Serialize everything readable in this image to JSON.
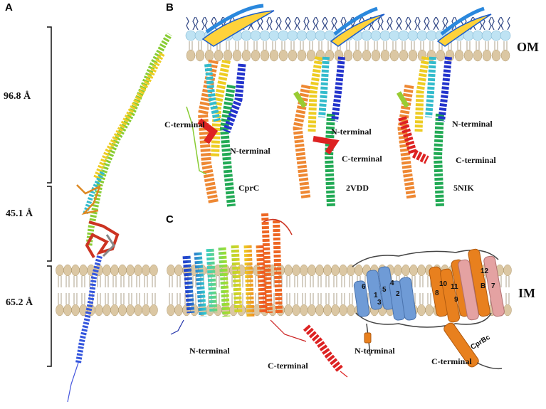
{
  "panels": {
    "a": "A",
    "b": "B",
    "c": "C"
  },
  "measurements": {
    "top": "96.8 Å",
    "middle": "45.1 Å",
    "bottom": "65.2 Å"
  },
  "membranes": {
    "outer": "OM",
    "inner": "IM"
  },
  "panel_b": {
    "s1": {
      "c_term": "C-terminal",
      "n_term": "N-terminal",
      "name": "CprC"
    },
    "s2": {
      "n_term": "N-terminal",
      "c_term": "C-terminal",
      "name": "2VDD"
    },
    "s3": {
      "n_term": "N-terminal",
      "c_term": "C-terminal",
      "name": "5NIK"
    }
  },
  "panel_c": {
    "ribbon": {
      "n_term": "N-terminal",
      "c_term": "C-terminal"
    },
    "topology": {
      "n_term": "N-terminal",
      "c_term": "C-terminal",
      "domain": "CprBc",
      "helices": [
        "6",
        "1",
        "5",
        "4",
        "3",
        "2",
        "10",
        "8",
        "11",
        "9",
        "12",
        "B",
        "7"
      ]
    }
  },
  "colors": {
    "membrane_head": "#dbc7a3",
    "om_head": "#bfe3f3",
    "helix_blue": "#6f9bd6",
    "helix_orange": "#e8801e",
    "helix_pink": "#e4a2a2"
  }
}
